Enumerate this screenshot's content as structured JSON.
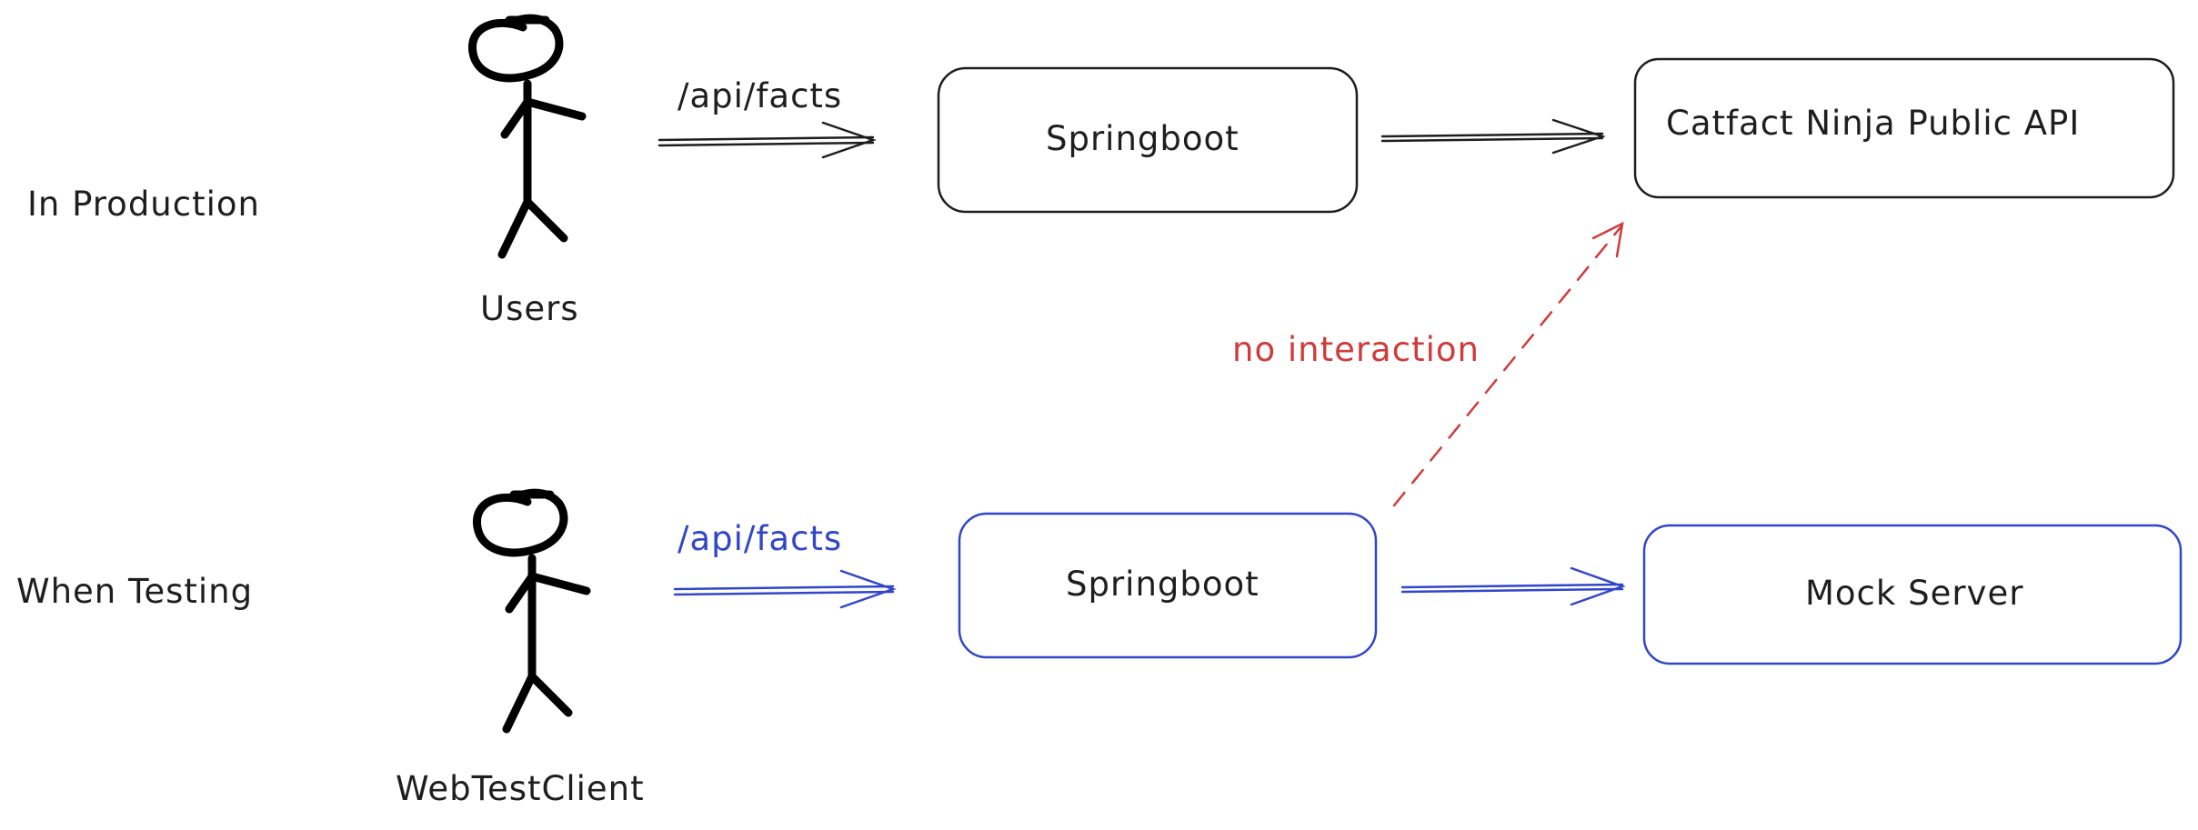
{
  "rows": {
    "production_label": "In Production",
    "testing_label": "When Testing"
  },
  "actors": {
    "production": "Users",
    "testing": "WebTestClient"
  },
  "edges": {
    "production_request": "/api/facts",
    "testing_request": "/api/facts",
    "no_interaction": "no interaction"
  },
  "nodes": {
    "production_service": "Springboot",
    "production_external": "Catfact Ninja Public API",
    "testing_service": "Springboot",
    "testing_external": "Mock Server"
  },
  "colors": {
    "production": "#1e1e1e",
    "testing": "#3146c9",
    "annotation": "#d13a3a"
  },
  "icons": {
    "actor": "stick-figure-icon"
  }
}
